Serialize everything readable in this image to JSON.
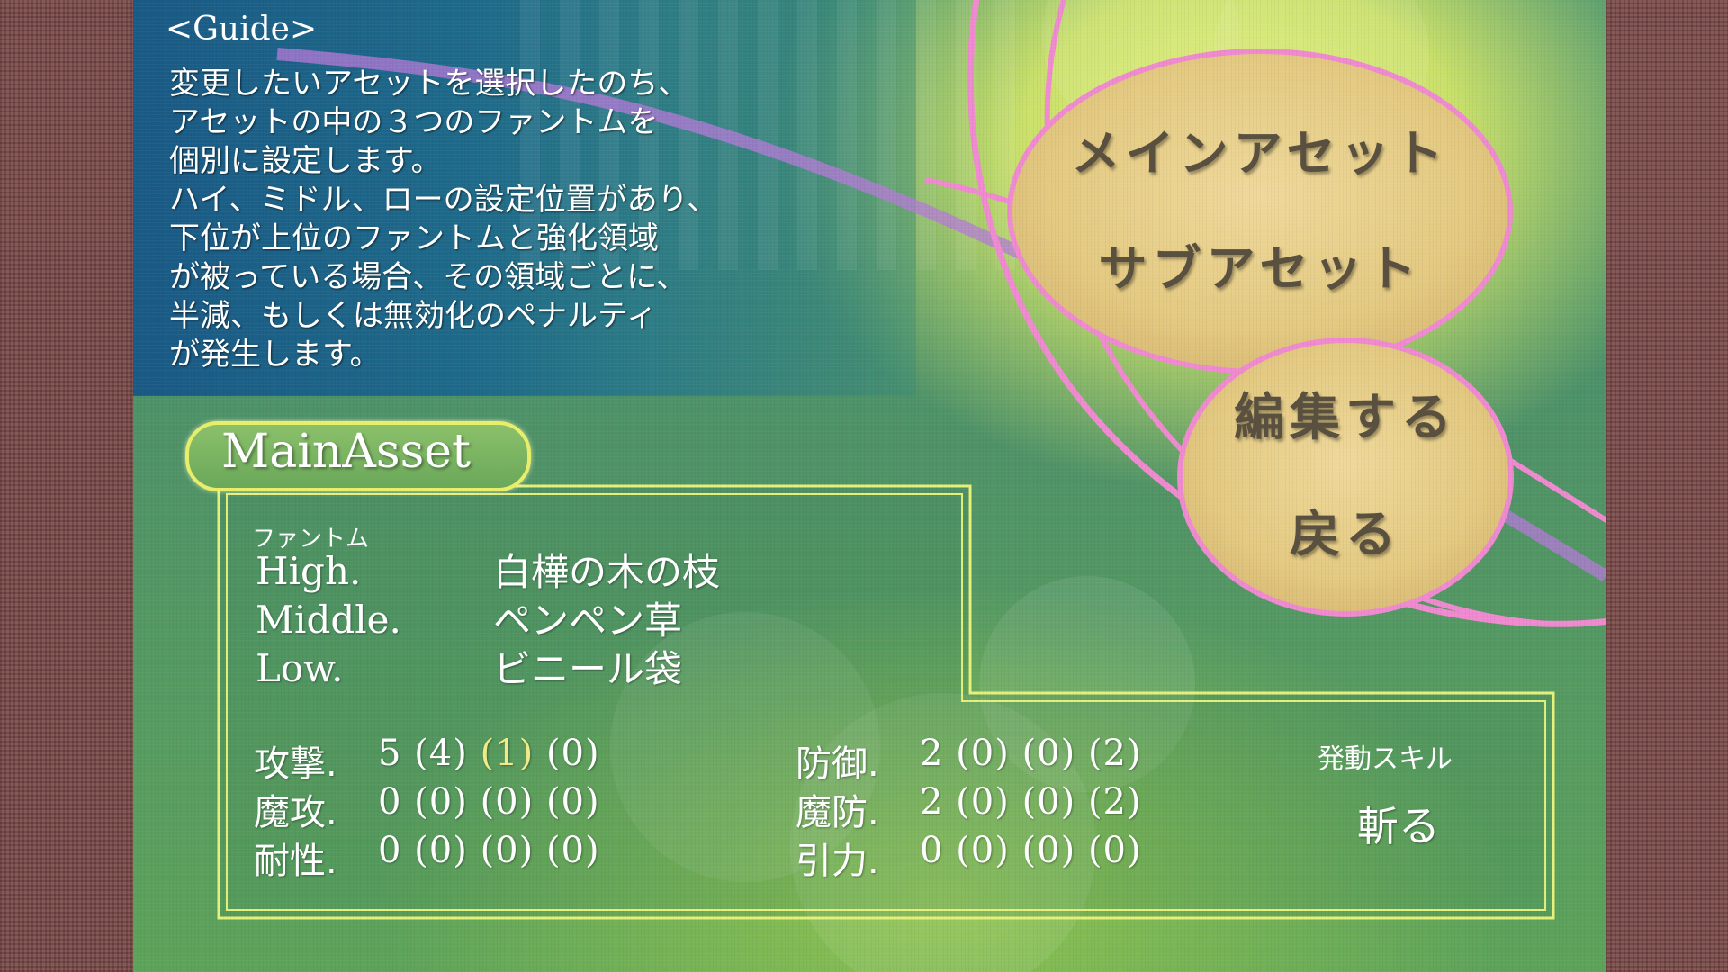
{
  "guide": {
    "title": "<Guide>",
    "lines": [
      "変更したいアセットを選択したのち、",
      "アセットの中の３つのファントムを",
      "個別に設定します。",
      "ハイ、ミドル、ローの設定位置があり、",
      "下位が上位のファントムと強化領域",
      "が被っている場合、その領域ごとに、",
      "半減、もしくは無効化のペナルティ",
      "が発生します。"
    ]
  },
  "menu": {
    "main_asset": "メインアセット",
    "sub_asset": "サブアセット",
    "edit": "編集する",
    "back": "戻る"
  },
  "asset": {
    "tab_title": "MainAsset",
    "phantom_label": "ファントム",
    "slots": [
      {
        "label": "High.",
        "value": "白樺の木の枝"
      },
      {
        "label": "Middle.",
        "value": "ペンペン草"
      },
      {
        "label": "Low.",
        "value": "ビニール袋"
      }
    ]
  },
  "stats_left": [
    {
      "name": "攻撃.",
      "total": "5",
      "bonus": [
        "(4)",
        "(1)",
        "(0)"
      ]
    },
    {
      "name": "魔攻.",
      "total": "0",
      "bonus": [
        "(0)",
        "(0)",
        "(0)"
      ]
    },
    {
      "name": "耐性.",
      "total": "0",
      "bonus": [
        "(0)",
        "(0)",
        "(0)"
      ]
    }
  ],
  "stats_right": [
    {
      "name": "防御.",
      "total": "2",
      "bonus": [
        "(0)",
        "(0)",
        "(2)"
      ]
    },
    {
      "name": "魔防.",
      "total": "2",
      "bonus": [
        "(0)",
        "(0)",
        "(2)"
      ]
    },
    {
      "name": "引力.",
      "total": "0",
      "bonus": [
        "(0)",
        "(0)",
        "(0)"
      ]
    }
  ],
  "skill": {
    "label": "発動スキル",
    "value": "斬る"
  },
  "colors": {
    "frame": "#e6f07a",
    "ring": "#f08ad0",
    "button_fill": "#e6cf86",
    "button_text": "#5a5040",
    "highlight": "#f2e98a"
  }
}
